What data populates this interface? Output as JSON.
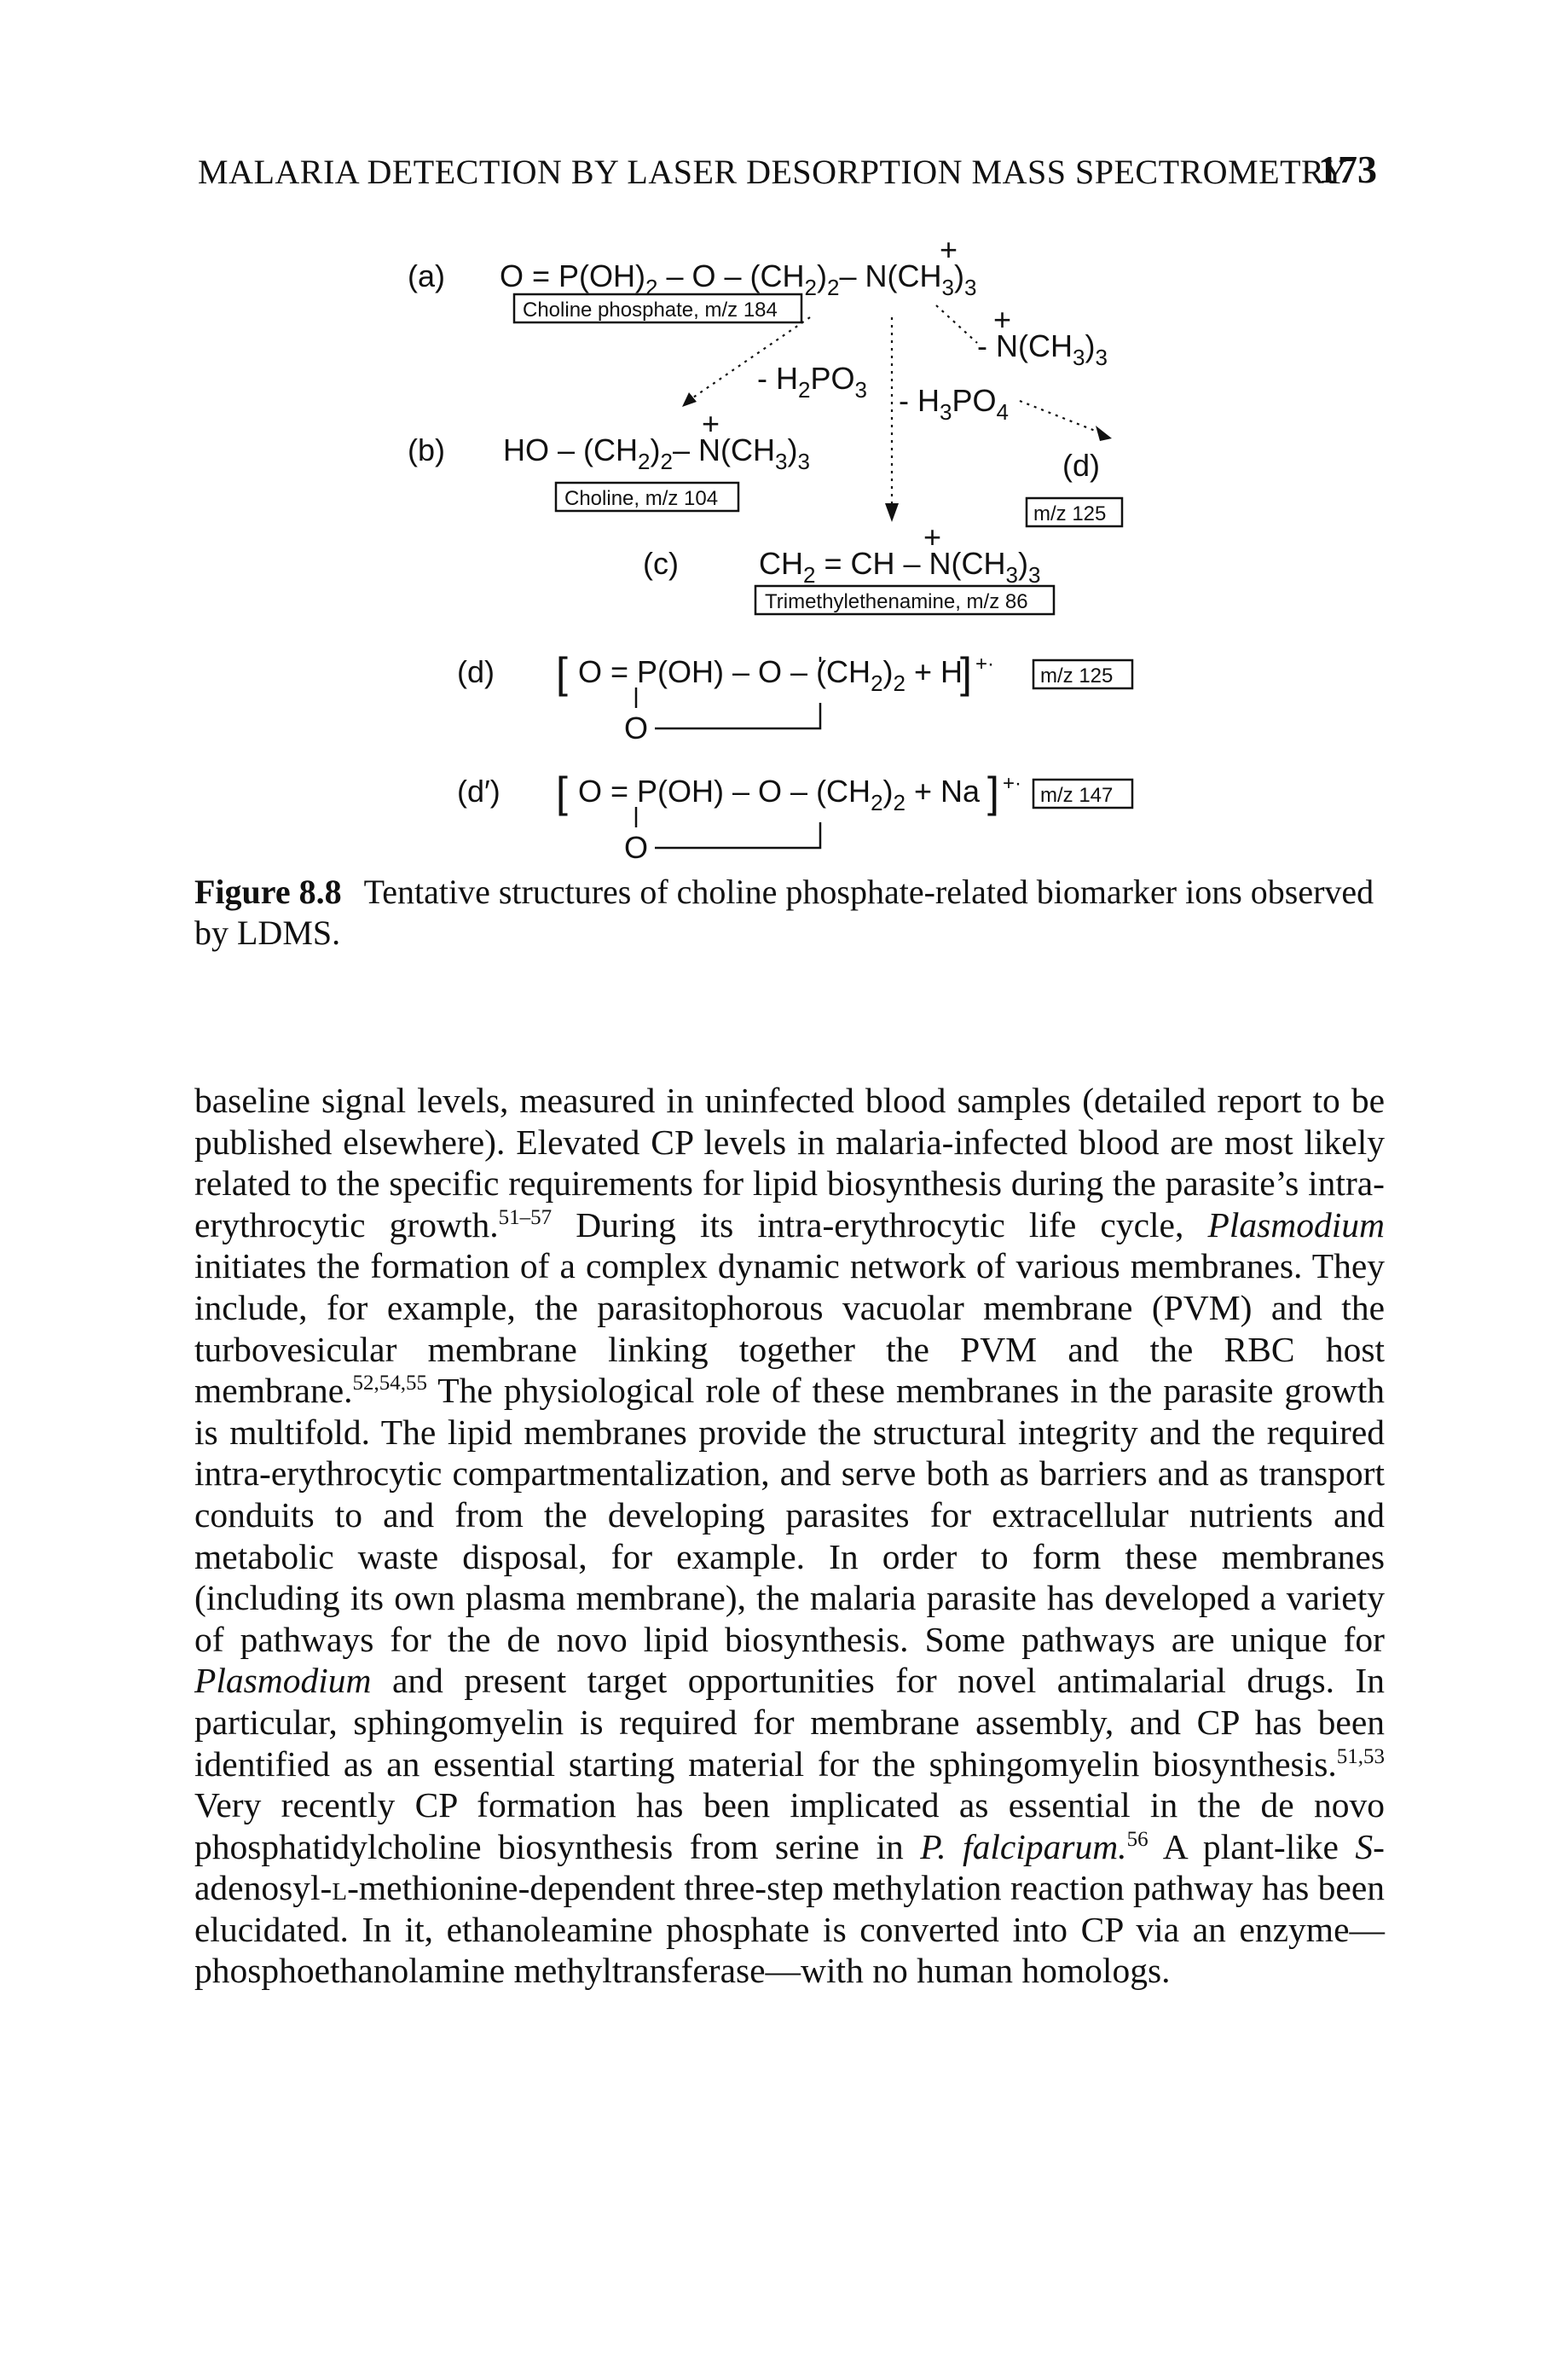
{
  "header": {
    "running_title": "MALARIA DETECTION BY LASER DESORPTION MASS SPECTROMETRY",
    "page_number": "173"
  },
  "figure": {
    "a": {
      "label": "(a)",
      "formula_pre": "O = P(OH)",
      "sub1": "2",
      "formula_mid": " – O – (CH",
      "sub2": "2",
      "formula_mid2": ")",
      "sub3": "2",
      "formula_dash": "– ",
      "charge": "+",
      "n_part": "N(CH",
      "sub4": "3",
      "close": ")",
      "sub5": "3",
      "box": "Choline phosphate, m/z 184"
    },
    "loss_h2po3": {
      "pre": "- H",
      "sub1": "2",
      "mid": "PO",
      "sub2": "3"
    },
    "loss_h3po4": {
      "pre": "- H",
      "sub1": "3",
      "mid": "PO",
      "sub2": "4"
    },
    "loss_nch3": {
      "charge": "+",
      "pre": "- N(CH",
      "sub1": "3",
      "close": ")",
      "sub2": "3"
    },
    "b": {
      "label": "(b)",
      "formula_pre": "HO – (CH",
      "sub1": "2",
      "formula_mid": ")",
      "sub2": "2",
      "formula_dash": "– ",
      "charge": "+",
      "n_part": "N(CH",
      "sub3": "3",
      "close": ")",
      "sub4": "3",
      "box": "Choline, m/z 104"
    },
    "d_right": {
      "label": "(d)",
      "box": "m/z 125"
    },
    "c": {
      "label": "(c)",
      "formula_pre": "CH",
      "sub1": "2",
      "formula_mid": " = CH – ",
      "charge": "+",
      "n_part": "N(CH",
      "sub2": "3",
      "close": ")",
      "sub3": "3",
      "box": "Trimethylethenamine, m/z 86"
    },
    "d_row": {
      "label": "(d)",
      "formula_pre": "O = P(OH)  – O  – (CH",
      "sub1": "2",
      "close": ")",
      "sub2": "2",
      "formula_end": " + H",
      "charge": "+·",
      "ring_o": "O",
      "box": "m/z 125"
    },
    "dprime_row": {
      "label": "(d′)",
      "formula_pre": "O = P(OH)  – O  – (CH",
      "sub1": "2",
      "close": ")",
      "sub2": "2",
      "formula_end": " + Na",
      "charge": "+·",
      "ring_o": "O",
      "box": "m/z 147"
    }
  },
  "caption": {
    "label": "Figure 8.8",
    "text": "Tentative structures of choline phosphate-related biomarker ions observed by LDMS."
  },
  "body": {
    "s1": "baseline signal levels, measured in uninfected blood samples (detailed report to be published elsewhere). Elevated CP levels in malaria-infected blood are most likely related to the specific requirements for lipid biosynthesis during the parasite’s intra-erythrocytic growth.",
    "r1": "51–57",
    "s2": " During its intra-erythrocytic life cycle, ",
    "i1": "Plasmodium",
    "s3": " initiates the formation of a complex dynamic network of various membranes. They include, for example, the parasitophorous vacuolar membrane (PVM) and the turbovesicular membrane linking together the PVM and the RBC host membrane.",
    "r2": "52,54,55",
    "s4": " The physiological role of these membranes in the parasite growth is multifold. The lipid membranes provide the structural integrity and the required intra-erythrocytic compartmentalization, and serve both as barriers and as transport conduits to and from the developing parasites for extracellular nutrients and metabolic waste disposal, for example. In order to form these membranes (including its own plasma membrane), the malaria parasite has developed a variety of pathways for the de novo lipid biosynthesis. Some pathways are unique for ",
    "i2": "Plasmodium",
    "s5": " and present target opportunities for novel antimalarial drugs. In particular, sphingomyelin is required for membrane assembly, and CP has been identified as an essential starting material for the sphingomyelin biosynthesis.",
    "r3": "51,53",
    "s6": " Very recently CP formation has been implicated as essential in the de novo phosphatidylcholine biosynthesis from serine in ",
    "i3": "P. falciparum.",
    "r4": "56",
    "s7": " A plant-like ",
    "i4": "S",
    "s8": "-adenosyl-",
    "sc1": "l",
    "s9": "-methionine-dependent three-step methylation reaction pathway has been elucidated. In it, ethanoleamine phosphate is converted into CP via an enzyme—phosphoethanolamine methyltransferase—with no human homologs."
  }
}
